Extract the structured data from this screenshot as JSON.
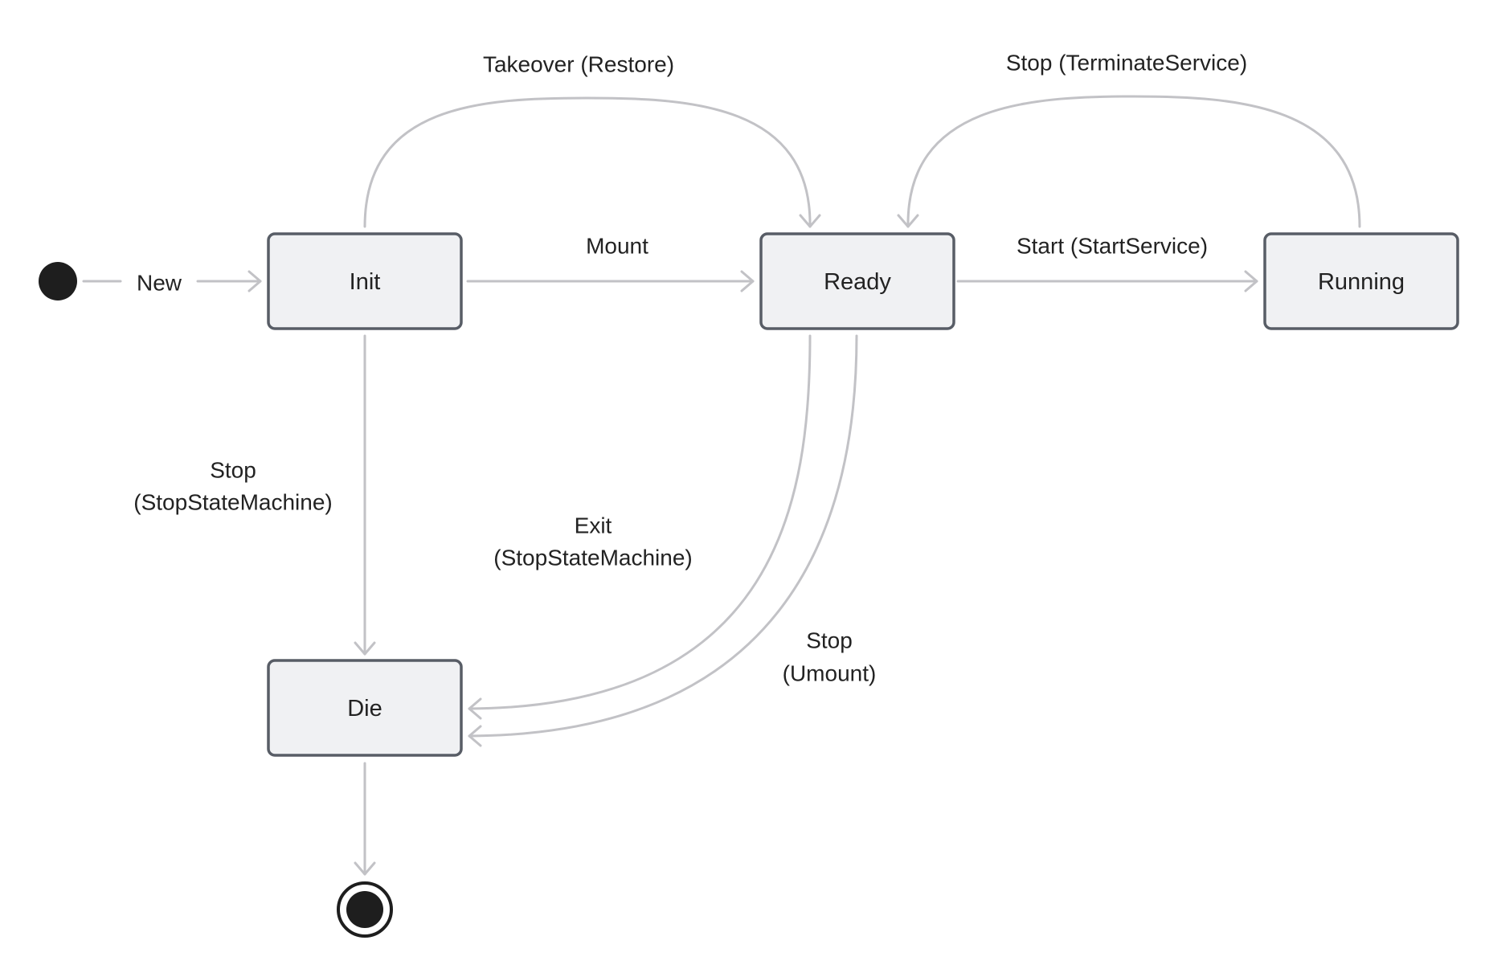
{
  "states": {
    "init": "Init",
    "ready": "Ready",
    "running": "Running",
    "die": "Die"
  },
  "transitions": {
    "new": "New",
    "takeover": "Takeover (Restore)",
    "mount": "Mount",
    "start": "Start (StartService)",
    "stop_terminate": "Stop (TerminateService)",
    "init_stop": [
      "Stop",
      "(StopStateMachine)"
    ],
    "exit": [
      "Exit",
      "(StopStateMachine)"
    ],
    "ready_stop": [
      "Stop",
      "(Umount)"
    ]
  },
  "colors": {
    "state_fill": "#f0f1f3",
    "state_border": "#585d66",
    "edge": "#c2c2c6",
    "pseudostate": "#1e1e1e",
    "text": "#222222"
  }
}
